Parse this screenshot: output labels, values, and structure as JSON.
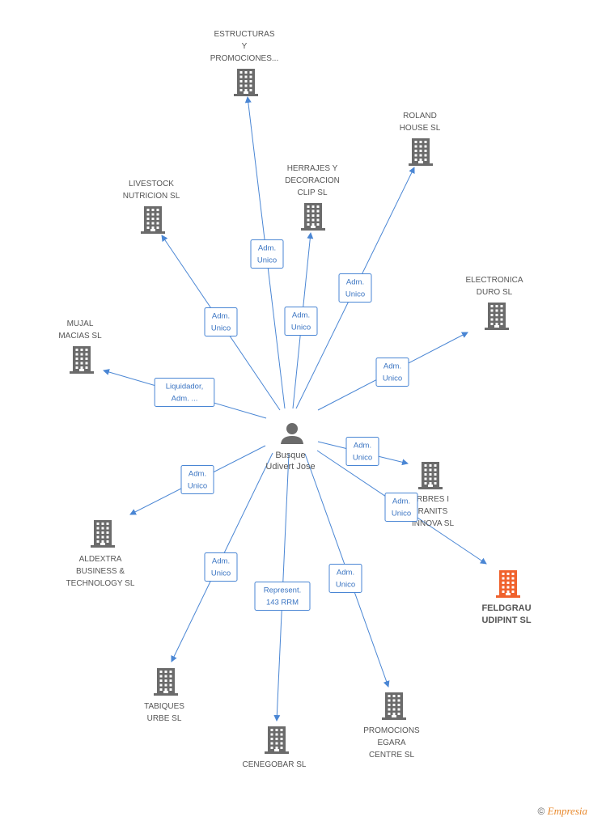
{
  "center": {
    "lines": [
      "Busque",
      "Udivert Jose"
    ]
  },
  "nodes": [
    {
      "id": "estructuras",
      "lines": [
        "ESTRUCTURAS",
        "Y",
        "PROMOCIONES..."
      ],
      "highlight": false
    },
    {
      "id": "roland",
      "lines": [
        "ROLAND",
        "HOUSE SL"
      ],
      "highlight": false
    },
    {
      "id": "herrajes",
      "lines": [
        "HERRAJES Y",
        "DECORACION",
        "CLIP SL"
      ],
      "highlight": false
    },
    {
      "id": "livestock",
      "lines": [
        "LIVESTOCK",
        "NUTRICION  SL"
      ],
      "highlight": false
    },
    {
      "id": "electronica",
      "lines": [
        "ELECTRONICA",
        "DURO SL"
      ],
      "highlight": false
    },
    {
      "id": "mujal",
      "lines": [
        "MUJAL",
        "MACIAS  SL"
      ],
      "highlight": false
    },
    {
      "id": "marbres",
      "lines": [
        "RBRES I",
        "RANITS",
        "INNOVA SL"
      ],
      "highlight": false
    },
    {
      "id": "feldgrau",
      "lines": [
        "FELDGRAU",
        "UDIPINT  SL"
      ],
      "highlight": true
    },
    {
      "id": "aldextra",
      "lines": [
        "ALDEXTRA",
        "BUSINESS &",
        "TECHNOLOGY SL"
      ],
      "highlight": false
    },
    {
      "id": "tabiques",
      "lines": [
        "TABIQUES",
        "URBE SL"
      ],
      "highlight": false
    },
    {
      "id": "cenegobar",
      "lines": [
        "CENEGOBAR SL"
      ],
      "highlight": false
    },
    {
      "id": "promocions",
      "lines": [
        "PROMOCIONS",
        "EGARA",
        "CENTRE SL"
      ],
      "highlight": false
    }
  ],
  "edges": [
    {
      "to": "estructuras",
      "lines": [
        "Adm.",
        "Unico"
      ]
    },
    {
      "to": "roland",
      "lines": [
        "Adm.",
        "Unico"
      ]
    },
    {
      "to": "herrajes",
      "lines": [
        "Adm.",
        "Unico"
      ]
    },
    {
      "to": "livestock",
      "lines": [
        "Adm.",
        "Unico"
      ]
    },
    {
      "to": "electronica",
      "lines": [
        "Adm.",
        "Unico"
      ]
    },
    {
      "to": "mujal",
      "lines": [
        "Liquidador,",
        "Adm. ..."
      ]
    },
    {
      "to": "marbres",
      "lines": [
        "Adm.",
        "Unico"
      ]
    },
    {
      "to": "feldgrau",
      "lines": [
        "Adm.",
        "Unico"
      ]
    },
    {
      "to": "aldextra",
      "lines": [
        "Adm.",
        "Unico"
      ]
    },
    {
      "to": "tabiques",
      "lines": [
        "Adm.",
        "Unico"
      ]
    },
    {
      "to": "cenegobar",
      "lines": [
        "Represent.",
        "143 RRM"
      ]
    },
    {
      "to": "promocions",
      "lines": [
        "Adm.",
        "Unico"
      ]
    }
  ],
  "colors": {
    "edge": "#4a86d4",
    "building": "#6b6b6b",
    "highlight": "#f0622d",
    "person": "#6b6b6b"
  },
  "footer": {
    "copyright": "©",
    "brand": "Empresia"
  }
}
